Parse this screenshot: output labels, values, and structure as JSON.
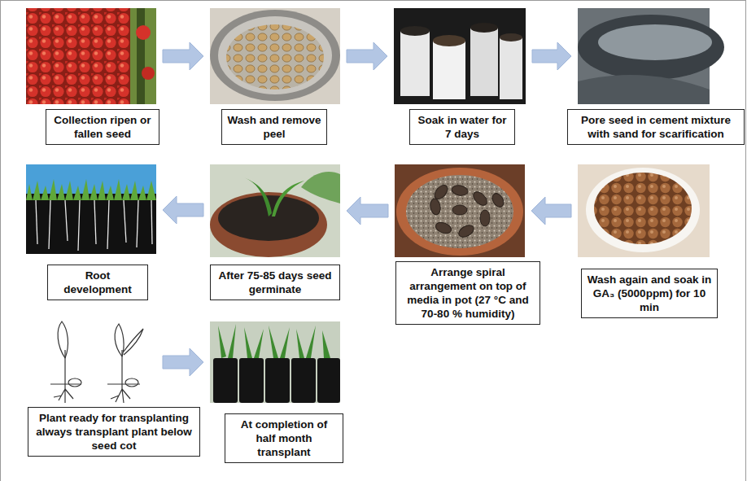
{
  "diagram": {
    "nodes": [
      {
        "text": [
          "Collection ripen or fallen seed"
        ]
      },
      {
        "text": [
          "Wash and remove peel"
        ]
      },
      {
        "text": [
          "Soak in water for 7 days"
        ]
      },
      {
        "text": [
          "Pore seed in cement mixture with sand for scarification"
        ]
      },
      {
        "text": [
          "Wash again and soak in GA₃ (5000ppm) for 10 min"
        ]
      },
      {
        "text": [
          "Arrange spiral arrangement on top of media in pot (27 °C and 70-80 % humidity)"
        ]
      },
      {
        "text": [
          "After 75-85 days seed germinate"
        ]
      },
      {
        "text": [
          "Root development"
        ]
      },
      {
        "text": [
          "Plant ready for transplanting always transplant plant below seed cot"
        ]
      },
      {
        "text": [
          "At completion of half month transplant"
        ]
      }
    ],
    "edges": [
      {
        "from": 0,
        "to": 1,
        "arrow": "to"
      },
      {
        "from": 1,
        "to": 2,
        "arrow": "to"
      },
      {
        "from": 2,
        "to": 3,
        "arrow": "to"
      },
      {
        "from": 4,
        "to": 5,
        "arrow": "to"
      },
      {
        "from": 5,
        "to": 6,
        "arrow": "to"
      },
      {
        "from": 6,
        "to": 7,
        "arrow": "to"
      },
      {
        "from": 8,
        "to": 9,
        "arrow": "to"
      }
    ]
  }
}
